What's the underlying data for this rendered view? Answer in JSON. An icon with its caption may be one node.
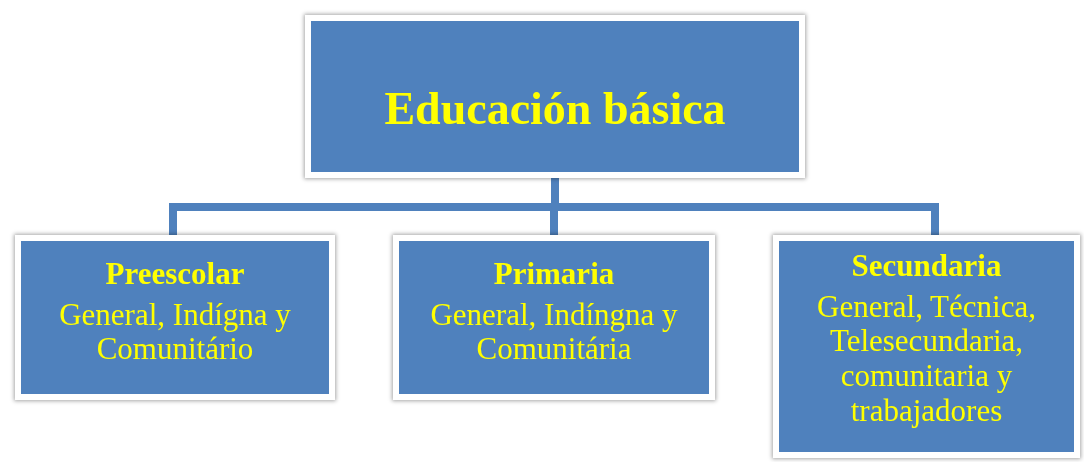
{
  "diagram": {
    "nodes": [
      {
        "text": [
          "Educación básica"
        ]
      },
      {
        "text": [
          "Preescolar",
          "General, Indígna y Comunitário"
        ]
      },
      {
        "text": [
          "Primaria",
          "General, Indíngna y Comunitária"
        ]
      },
      {
        "text": [
          "Secundaria",
          "General, Técnica, Telesecundaria, comunitaria y trabajadores"
        ]
      }
    ],
    "edges": [
      {
        "from": 0,
        "to": 1,
        "arrow": "none"
      },
      {
        "from": 0,
        "to": 2,
        "arrow": "none"
      },
      {
        "from": 0,
        "to": 3,
        "arrow": "none"
      }
    ]
  }
}
